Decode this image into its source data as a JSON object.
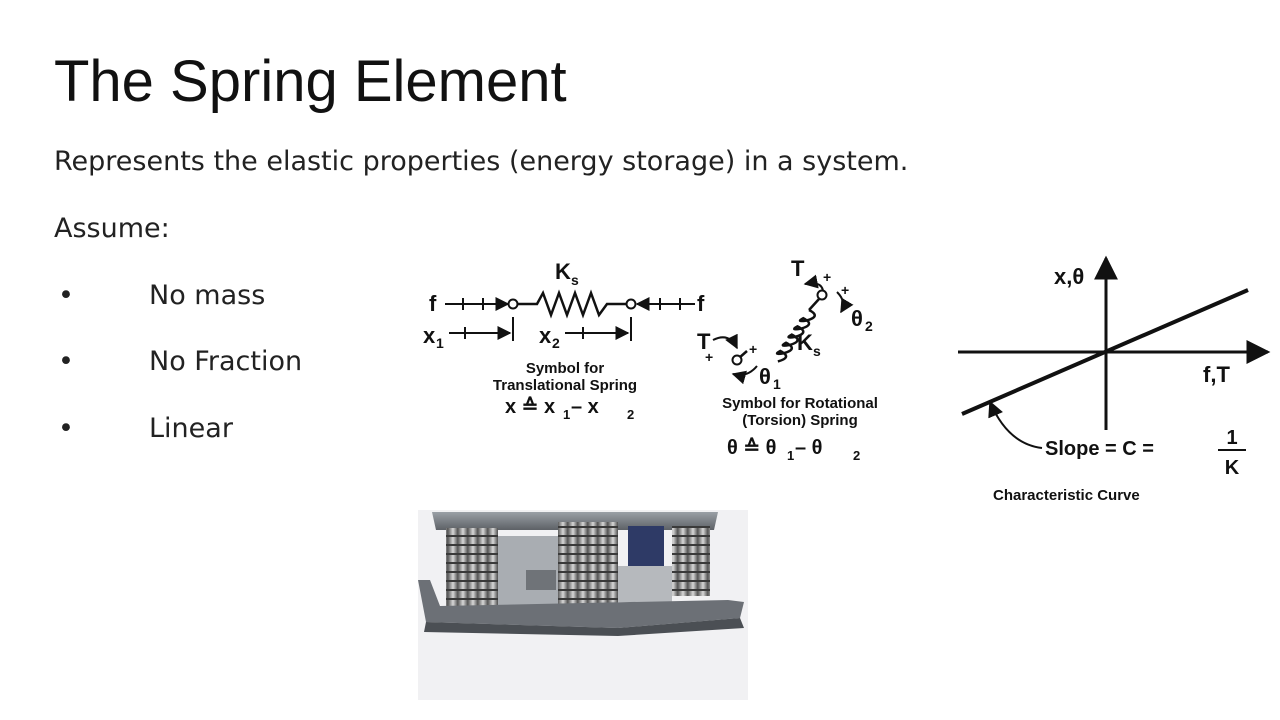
{
  "slide": {
    "title": "The Spring Element",
    "subtitle": "Represents the elastic properties (energy storage) in a system.",
    "assume_label": "Assume:",
    "bullet_char": "•",
    "bullets": [
      "No mass",
      "No Fraction",
      "Linear"
    ]
  },
  "translational": {
    "k_label": "K",
    "k_sub": "s",
    "f_left": "f",
    "f_right": "f",
    "x_label": "x",
    "x1_sub": "1",
    "x2_sub": "2",
    "caption_line1": "Symbol for",
    "caption_line2": "Translational Spring",
    "eq_lhs": "x ≙ x",
    "eq_sub1": "1",
    "eq_mid": " – x",
    "eq_sub2": "2"
  },
  "rotational": {
    "t_label": "T",
    "k_label": "K",
    "k_sub": "s",
    "theta": "θ",
    "theta1_sub": "1",
    "theta2_sub": "2",
    "caption_line1": "Symbol for Rotational",
    "caption_line2": "(Torsion) Spring",
    "eq_lhs": "θ ≙ θ",
    "eq_sub1": "1",
    "eq_mid": " – θ",
    "eq_sub2": "2"
  },
  "curve": {
    "y_axis_label": "x,θ",
    "x_axis_label": "f,T",
    "slope_label": "Slope = C  =",
    "frac_num": "1",
    "frac_den": "K",
    "caption": "Characteristic Curve"
  }
}
